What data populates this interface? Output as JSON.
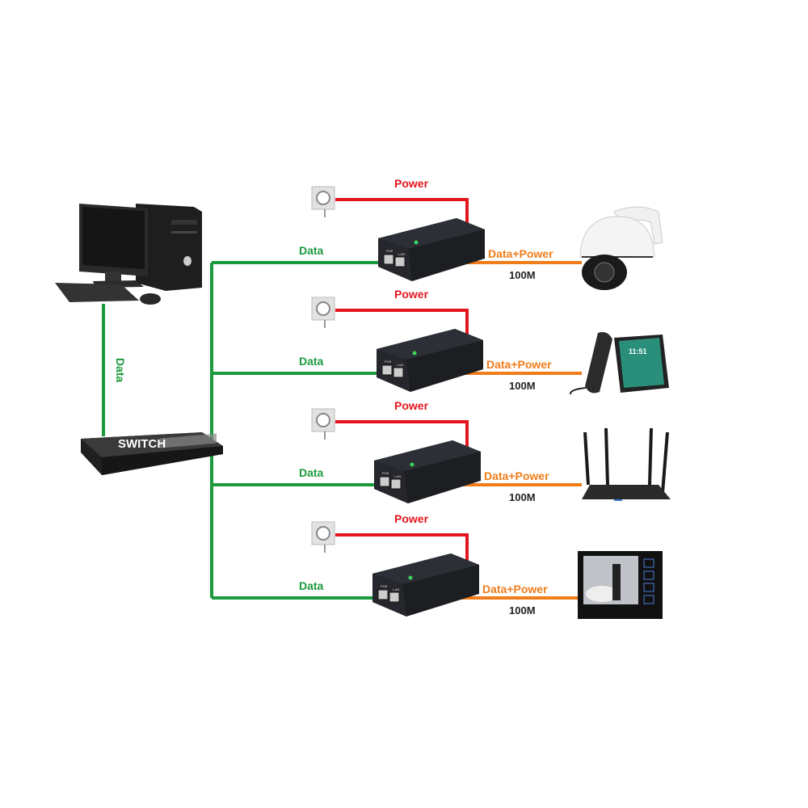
{
  "colors": {
    "data": "#1a9a3c",
    "power": "#e3161e",
    "data_power": "#f07c1a",
    "text_dark": "#222222"
  },
  "computer": {
    "link_label": "Data",
    "icon": "desktop-computer-icon"
  },
  "switch": {
    "label": "SWITCH",
    "icon": "network-switch-icon"
  },
  "injector": {
    "poe_port": "POE",
    "lan_port": "LAN"
  },
  "rows": [
    {
      "power_label": "Power",
      "data_label": "Data",
      "output_label": "Data+Power",
      "speed": "100M",
      "device": "ptz-camera-icon",
      "device_text": ""
    },
    {
      "power_label": "Power",
      "data_label": "Data",
      "output_label": "Data+Power",
      "speed": "100M",
      "device": "ip-phone-icon",
      "device_text": "11:51"
    },
    {
      "power_label": "Power",
      "data_label": "Data",
      "output_label": "Data+Power",
      "speed": "100M",
      "device": "wifi-router-icon",
      "device_text": ""
    },
    {
      "power_label": "Power",
      "data_label": "Data",
      "output_label": "Data+Power",
      "speed": "100M",
      "device": "video-monitor-icon",
      "device_text": ""
    }
  ]
}
